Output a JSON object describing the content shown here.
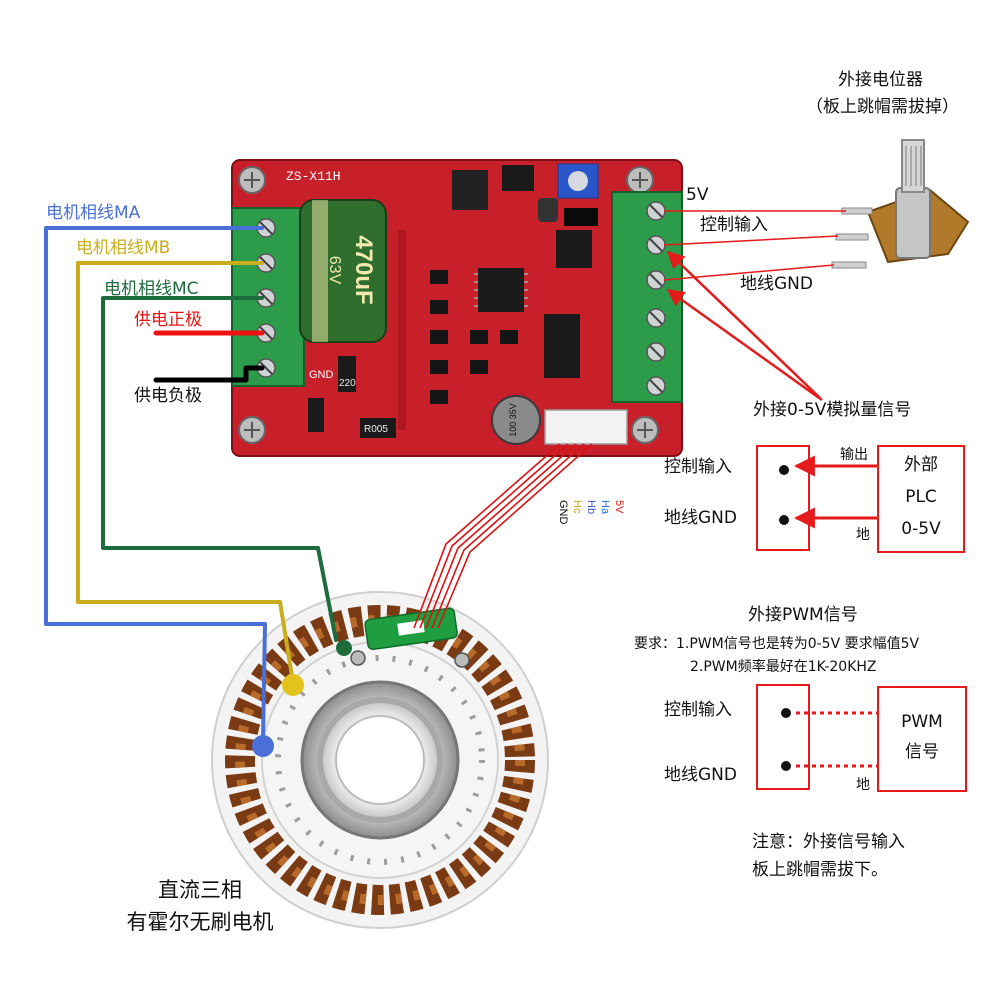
{
  "motor_wires": {
    "ma": "电机相线MA",
    "mb": "电机相线MB",
    "mc": "电机相线MC",
    "supply_pos": "供电正极",
    "supply_neg": "供电负极"
  },
  "board": {
    "model": "ZS-X11H",
    "capacitor_value": "470uF",
    "capacitor_voltage": "63V",
    "gnd_silk": "GND",
    "resistor_a": "220",
    "resistor_b": "R005",
    "small_cap": "100 35V"
  },
  "hall_wires": [
    "5V",
    "Ha",
    "Hb",
    "Hc",
    "GND"
  ],
  "potentiometer": {
    "title": "外接电位器",
    "subtitle": "（板上跳帽需拔掉）",
    "pin_5v": "5V",
    "pin_ctrl": "控制输入",
    "pin_gnd": "地线GND"
  },
  "analog": {
    "title": "外接0-5V模拟量信号",
    "ctrl_label": "控制输入",
    "gnd_label": "地线GND",
    "out_label": "输出",
    "ground_label": "地",
    "plc_line1": "外部",
    "plc_line2": "PLC",
    "plc_line3": "0-5V"
  },
  "pwm": {
    "title": "外接PWM信号",
    "req_line1": "要求：1.PWM信号也是转为0-5V 要求幅值5V",
    "req_line2": "2.PWM频率最好在1K-20KHZ",
    "ctrl_label": "控制输入",
    "gnd_label": "地线GND",
    "ground_label": "地",
    "box_line1": "PWM",
    "box_line2": "信号"
  },
  "note": {
    "line1": "注意：外接信号输入",
    "line2": "板上跳帽需拔下。"
  },
  "motor": {
    "line1": "直流三相",
    "line2": "有霍尔无刷电机"
  },
  "colors": {
    "phase_a": "#4a6fd6",
    "phase_b": "#c9ad1c",
    "phase_c": "#1e6b3c",
    "supply_pos": "#ee1111",
    "supply_neg": "#000000",
    "signal_red": "#e51a1a",
    "board_red": "#c8202b",
    "terminal_green": "#2d9c4a"
  }
}
